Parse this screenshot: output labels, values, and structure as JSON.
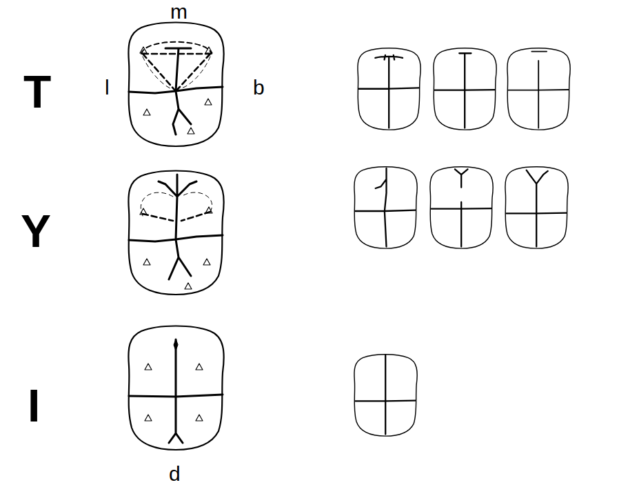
{
  "diagram": {
    "labels": [
      "m",
      "T",
      "l",
      "b",
      "Y",
      "I",
      "d"
    ]
  }
}
